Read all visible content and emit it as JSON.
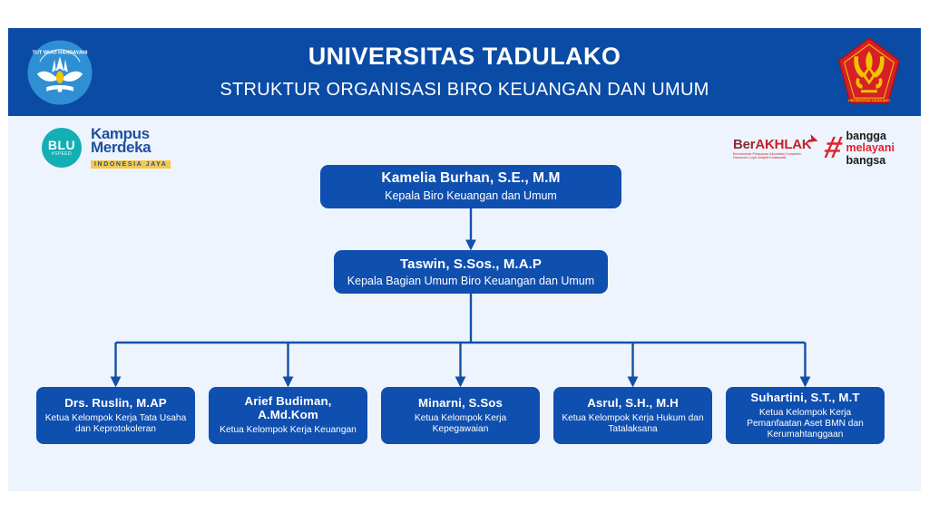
{
  "header": {
    "title": "UNIVERSITAS TADULAKO",
    "subtitle": "STRUKTUR ORGANISASI BIRO KEUANGAN DAN UMUM",
    "left_logo": "tut-wuri-handayani-logo",
    "right_logo": "universitas-tadulako-logo",
    "background_color": "#0a4ba5"
  },
  "sub_logos": {
    "left": [
      {
        "name": "blu-logo",
        "main": "BLU",
        "sub": "#SPEED",
        "color": "#12afb4"
      },
      {
        "name": "kampus-merdeka-logo",
        "line1": "Kampus",
        "line2": "Merdeka",
        "line3": "INDONESIA JAYA",
        "color": "#1f4fa0"
      }
    ],
    "right": [
      {
        "name": "berakhlak-logo",
        "word_ber": "Ber",
        "word_akhlak": "AKHLAK",
        "tagline": "Berorientasi Pelayanan Akuntabel Kompeten Harmonis Loyal Adaptif Kolaboratif",
        "color": "#c8202c"
      },
      {
        "name": "bangga-melayani-bangsa-logo",
        "line1": "bangga",
        "line2": "melayani",
        "line3": "bangsa",
        "color": "#e0232e"
      }
    ]
  },
  "chart_data": {
    "type": "org-chart",
    "title": "STRUKTUR ORGANISASI BIRO KEUANGAN DAN UMUM",
    "organization": "UNIVERSITAS TADULAKO",
    "node_color": "#0f4faf",
    "edge_color": "#1250a8",
    "canvas_color": "#eef4fd",
    "levels": [
      {
        "level": 1,
        "nodes": [
          {
            "name": "Kamelia Burhan, S.E., M.M",
            "role": "Kepala Biro Keuangan dan Umum"
          }
        ]
      },
      {
        "level": 2,
        "nodes": [
          {
            "name": "Taswin, S.Sos., M.A.P",
            "role": "Kepala Bagian Umum Biro Keuangan dan Umum"
          }
        ]
      },
      {
        "level": 3,
        "nodes": [
          {
            "name": "Drs. Ruslin, M.AP",
            "role": "Ketua Kelompok Kerja Tata Usaha dan Keprotokoleran"
          },
          {
            "name": "Arief Budiman, A.Md.Kom",
            "role": "Ketua Kelompok Kerja Keuangan"
          },
          {
            "name": "Minarni, S.Sos",
            "role": "Ketua Kelompok Kerja Kepegawaian"
          },
          {
            "name": "Asrul, S.H., M.H",
            "role": "Ketua Kelompok Kerja Hukum dan Tatalaksana"
          },
          {
            "name": "Suhartini, S.T., M.T",
            "role": "Ketua Kelompok Kerja Pemanfaatan Aset BMN dan Kerumahtanggaan"
          }
        ]
      }
    ]
  }
}
